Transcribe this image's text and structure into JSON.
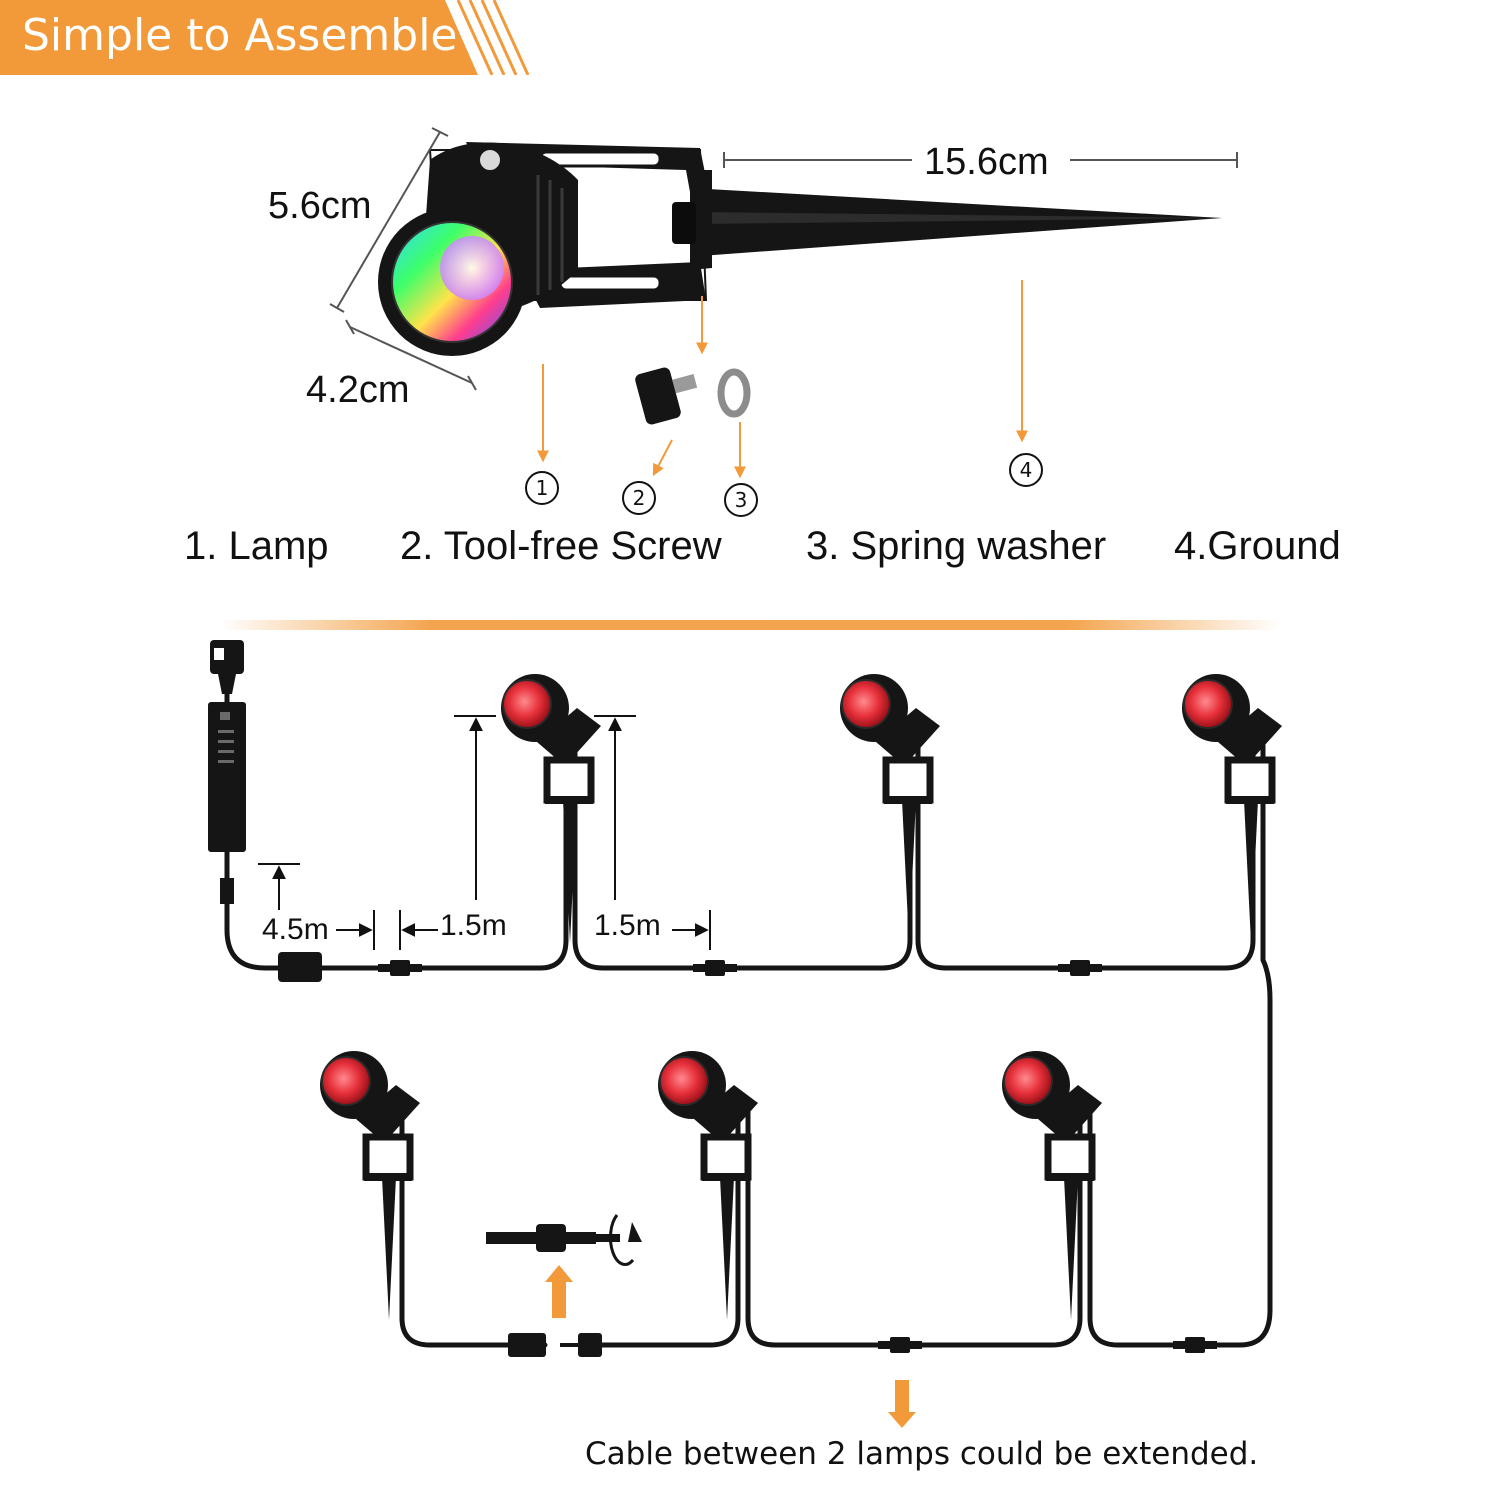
{
  "banner": {
    "title": "Simple to Assemble"
  },
  "dimensions": {
    "height": "5.6cm",
    "width": "4.2cm",
    "spike_length": "15.6cm"
  },
  "callouts": [
    "1",
    "2",
    "3",
    "4"
  ],
  "parts": [
    "1. Lamp",
    "2. Tool-free Screw",
    "3. Spring washer",
    "4.Ground"
  ],
  "wiring": {
    "lead_length": "4.5m",
    "spacing_a": "1.5m",
    "spacing_b": "1.5m"
  },
  "footer": {
    "note": "Cable between 2 lamps could be extended."
  },
  "colors": {
    "accent": "#F29A3A",
    "lamp_red": "#E8323C",
    "fixture": "#151515"
  }
}
